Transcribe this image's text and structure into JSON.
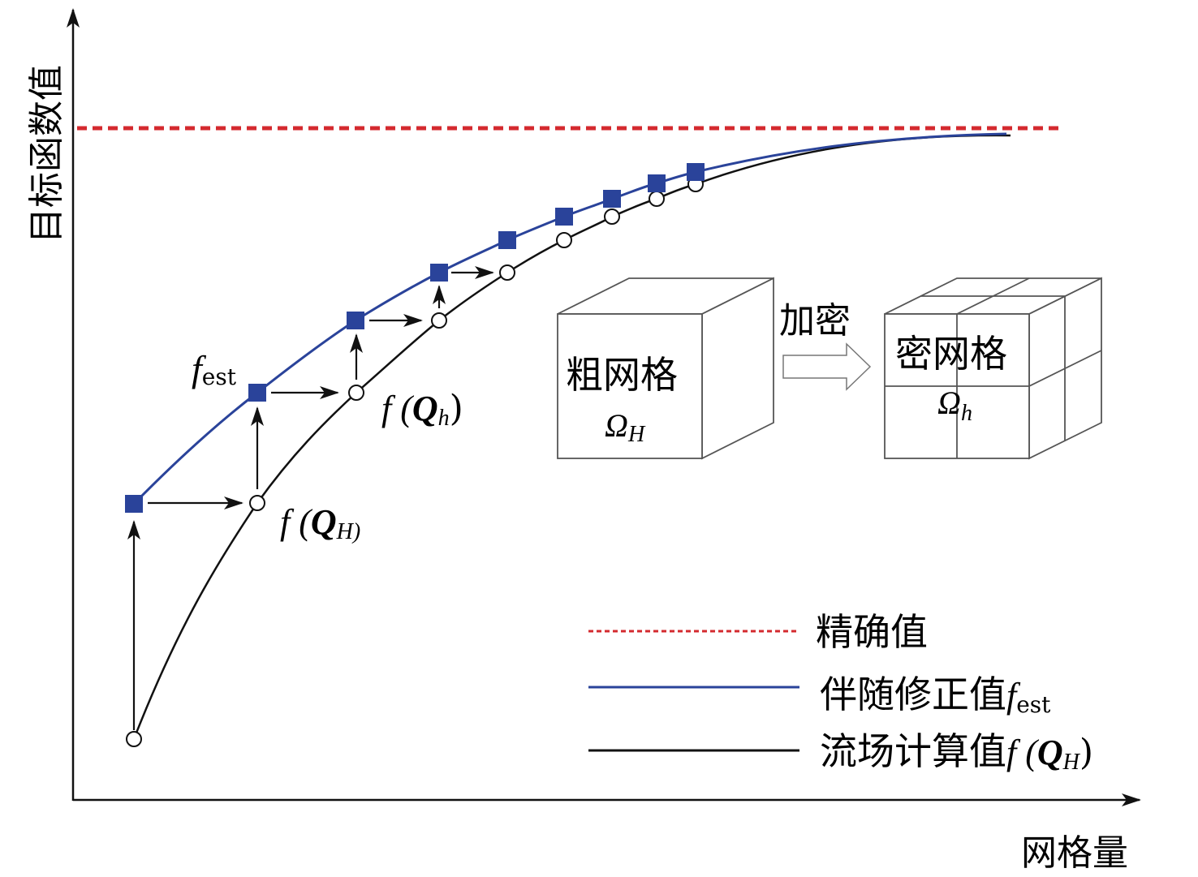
{
  "axes": {
    "y_label": "目标函数值",
    "x_label": "网格量"
  },
  "colors": {
    "exact": "#d42a2f",
    "adjoint": "#2a439a",
    "flow": "#111111"
  },
  "curve_labels": {
    "f_est_f": "f",
    "f_est_sub": "est",
    "f_QH": "f (",
    "f_QH_Q": "Q",
    "f_QH_sub": "H)",
    "f_Qh": "f (",
    "f_Qh_Q": "Q",
    "f_Qh_sub": "h",
    "f_Qh_close": ")"
  },
  "coarse_grid": {
    "label": "粗网格",
    "symbol": "Ω",
    "symbol_sub": "H"
  },
  "refine": {
    "label": "加密"
  },
  "fine_grid": {
    "label": "密网格",
    "symbol": "Ω",
    "symbol_sub": "h"
  },
  "legend": [
    {
      "label": "精确值",
      "style": "dashed"
    },
    {
      "label": "伴随修正值",
      "suffix_f": "f",
      "suffix_sub": "est",
      "style": "solid-blue"
    },
    {
      "label": "流场计算值",
      "suffix_f": "f (",
      "suffix_Q": "Q",
      "suffix_sub": "H",
      "suffix_close": ")",
      "style": "solid-black"
    }
  ]
}
